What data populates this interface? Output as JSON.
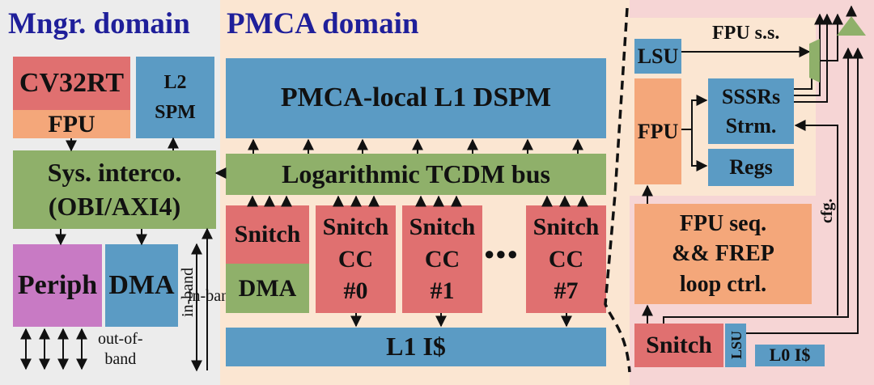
{
  "colors": {
    "mngr_bg": "#ececec",
    "pmca_bg": "#fbe6d2",
    "core_bg": "#f6d5d5",
    "title": "#1f1f9a",
    "blue": "#5b9bc4",
    "red": "#e07070",
    "orange": "#f4a77a",
    "green": "#8fb06a",
    "purple": "#c87ac4"
  },
  "titles": {
    "mngr": "Mngr. domain",
    "pmca": "PMCA domain"
  },
  "mngr": {
    "cv32rt": "CV32RT",
    "fpu": "FPU",
    "l2": [
      "L2",
      "SPM"
    ],
    "interco": [
      "Sys. interco.",
      "(OBI/AXI4)"
    ],
    "periph": "Periph",
    "dma": "DMA",
    "in_band": "in-band",
    "out_of_band": [
      "out-of-",
      "band"
    ]
  },
  "pmca": {
    "l1_dspm": "PMCA-local L1 DSPM",
    "tcdm": "Logarithmic TCDM bus",
    "dma_core": [
      "Snitch",
      "DMA"
    ],
    "cores": [
      [
        "Snitch",
        "CC",
        "#0"
      ],
      [
        "Snitch",
        "CC",
        "#1"
      ],
      [
        "Snitch",
        "CC",
        "#7"
      ]
    ],
    "ellipsis": "●●●",
    "l1_icache": "L1 I$"
  },
  "core": {
    "lsu_top": "LSU",
    "fpu_ss": "FPU s.s.",
    "fpu": "FPU",
    "ssrs": [
      "SSSRs",
      "Strm."
    ],
    "regs": "Regs",
    "cfg": "cfg.",
    "seq": [
      "FPU seq.",
      "&& FREP",
      "loop ctrl."
    ],
    "snitch": "Snitch",
    "lsu_side": "LSU",
    "l0": "L0 I$"
  }
}
